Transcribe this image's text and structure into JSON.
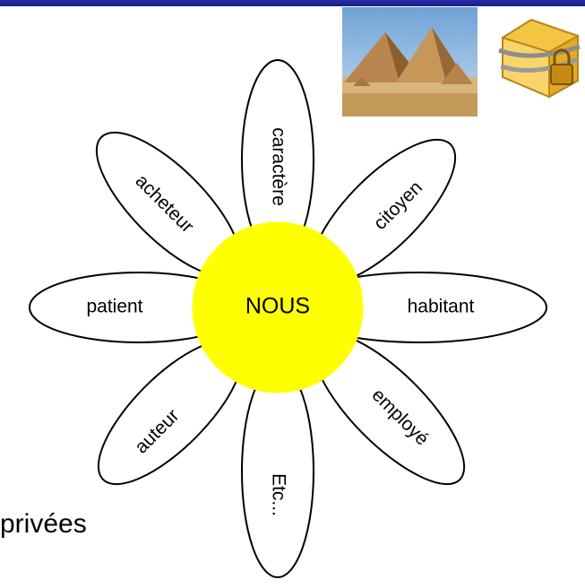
{
  "diagram": {
    "center_label": "NOUS",
    "center_color": "#ffff00",
    "petal_stroke": "#000000",
    "petals": {
      "top": "caractère",
      "top_right": "citoyen",
      "right": "habitant",
      "bottom_right": "employé",
      "bottom": "Etc...",
      "bottom_left": "auteur",
      "left": "patient",
      "top_left": "acheteur"
    }
  },
  "images": {
    "pyramids": "pyramids-photo",
    "folder": "locked-folder-icon"
  },
  "caption": {
    "partial_text": "privées"
  },
  "colors": {
    "top_bar": "#1c1c8a",
    "center": "#ffff00"
  }
}
